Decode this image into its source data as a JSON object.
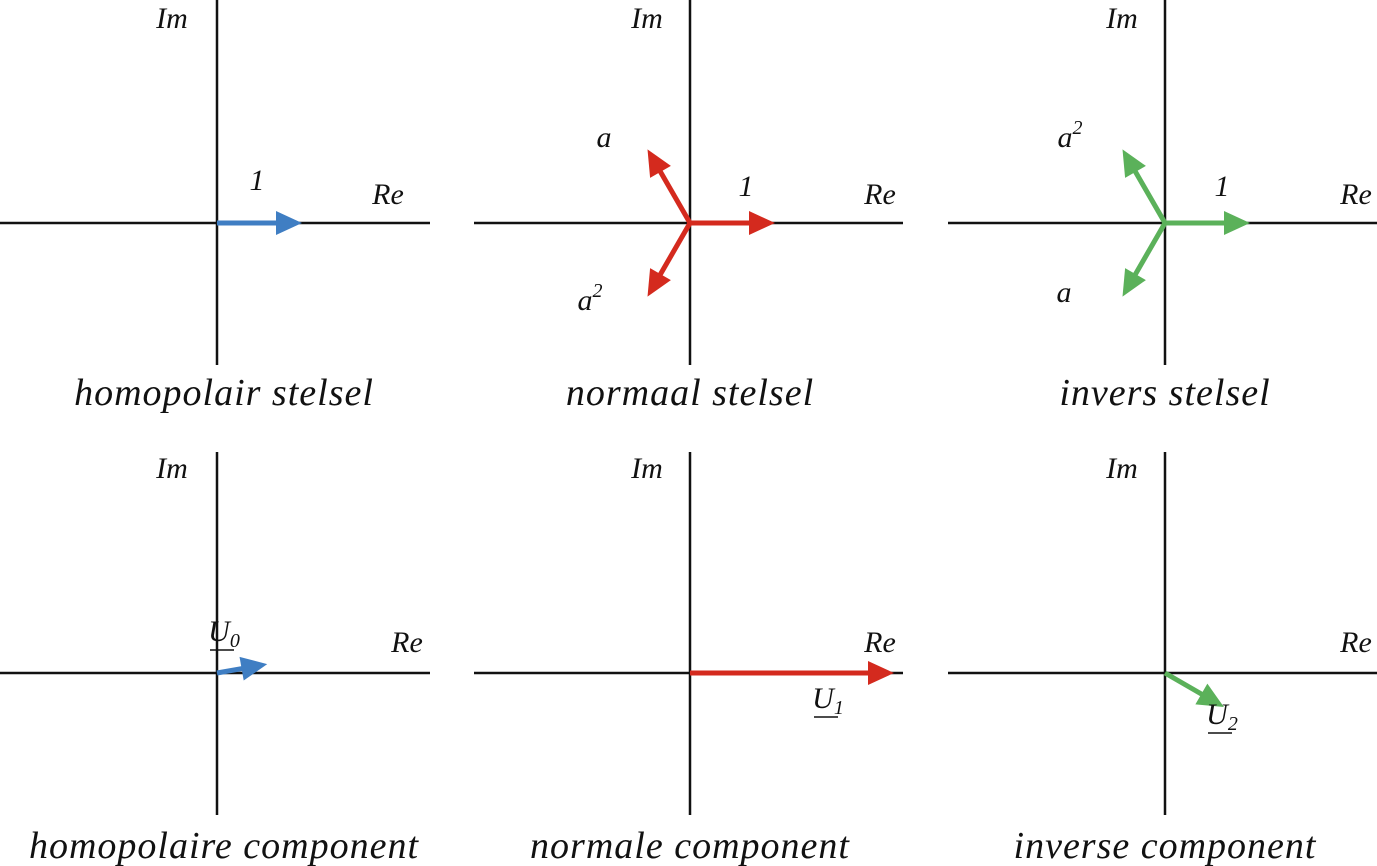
{
  "colors": {
    "axis": "#111111",
    "blue": "#3f7ec3",
    "red": "#d42a1e",
    "green": "#5bb15a"
  },
  "panels": [
    {
      "id": "homopolair-stelsel",
      "caption": "homopolair stelsel",
      "axis_im": "Im",
      "axis_re": "Re",
      "color": "blue",
      "vectors": [
        {
          "id": "unit",
          "label": "1",
          "sup": "",
          "angle_deg": 0,
          "magnitude": 1
        }
      ]
    },
    {
      "id": "normaal-stelsel",
      "caption": "normaal stelsel",
      "axis_im": "Im",
      "axis_re": "Re",
      "color": "red",
      "vectors": [
        {
          "id": "unit",
          "label": "1",
          "sup": "",
          "angle_deg": 0,
          "magnitude": 1
        },
        {
          "id": "a",
          "label": "a",
          "sup": "",
          "angle_deg": 120,
          "magnitude": 1
        },
        {
          "id": "a2",
          "label": "a",
          "sup": "2",
          "angle_deg": 240,
          "magnitude": 1
        }
      ]
    },
    {
      "id": "invers-stelsel",
      "caption": "invers stelsel",
      "axis_im": "Im",
      "axis_re": "Re",
      "color": "green",
      "vectors": [
        {
          "id": "unit",
          "label": "1",
          "sup": "",
          "angle_deg": 0,
          "magnitude": 1
        },
        {
          "id": "a2",
          "label": "a",
          "sup": "2",
          "angle_deg": 120,
          "magnitude": 1
        },
        {
          "id": "a",
          "label": "a",
          "sup": "",
          "angle_deg": 240,
          "magnitude": 1
        }
      ]
    },
    {
      "id": "homopolaire-component",
      "caption": "homopolaire component",
      "axis_im": "Im",
      "axis_re": "Re",
      "color": "blue",
      "vectors": [
        {
          "id": "u0",
          "label": "U",
          "sub": "0",
          "underline": true,
          "angle_deg": 10,
          "magnitude": 0.6
        }
      ]
    },
    {
      "id": "normale-component",
      "caption": "normale component",
      "axis_im": "Im",
      "axis_re": "Re",
      "color": "red",
      "vectors": [
        {
          "id": "u1",
          "label": "U",
          "sub": "1",
          "underline": true,
          "angle_deg": 0,
          "magnitude": 2.4
        }
      ]
    },
    {
      "id": "inverse-component",
      "caption": "inverse component",
      "axis_im": "Im",
      "axis_re": "Re",
      "color": "green",
      "vectors": [
        {
          "id": "u2",
          "label": "U",
          "sub": "2",
          "underline": true,
          "angle_deg": -30,
          "magnitude": 0.8
        }
      ]
    }
  ]
}
